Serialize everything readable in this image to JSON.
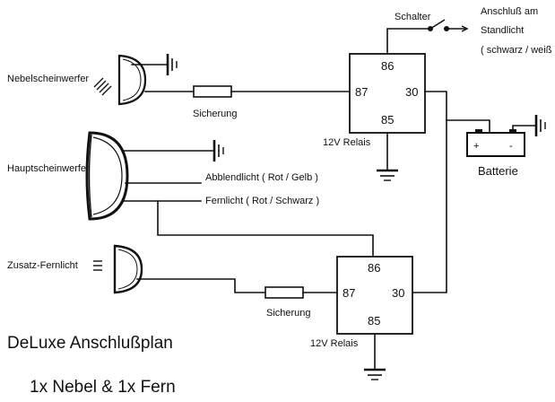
{
  "colors": {
    "ink": "#111111",
    "background": "#ffffff"
  },
  "icons": {
    "fog_lamp": "fog-lamp-icon",
    "headlamp": "headlamp-icon",
    "high_beam_lamp": "high-beam-icon",
    "fuse": "fuse-icon",
    "relay": "relay-icon",
    "switch": "switch-icon",
    "battery": "battery-icon",
    "ground": "ground-icon",
    "chassis_ground": "chassis-ground-icon"
  },
  "labels": {
    "fog_lamp": "Nebelscheinwerfer",
    "headlamp": "Hauptscheinwerfer",
    "aux_high_beam": "Zusatz-Fernlicht",
    "fuse": "Sicherung",
    "relay": "12V Relais",
    "switch": "Schalter",
    "parking_light_line1": "Anschluß am",
    "parking_light_line2": "Standlicht",
    "parking_light_line3": "( schwarz / weiß )",
    "low_beam": "Abblendlicht ( Rot / Gelb )",
    "high_beam": "Fernlicht ( Rot / Schwarz )",
    "battery": "Batterie",
    "battery_plus": "+",
    "battery_minus": "-",
    "pin_86": "86",
    "pin_87": "87",
    "pin_30": "30",
    "pin_85": "85"
  },
  "title": {
    "line1": "DeLuxe Anschlußplan",
    "line2": "1x Nebel & 1x Fern"
  }
}
